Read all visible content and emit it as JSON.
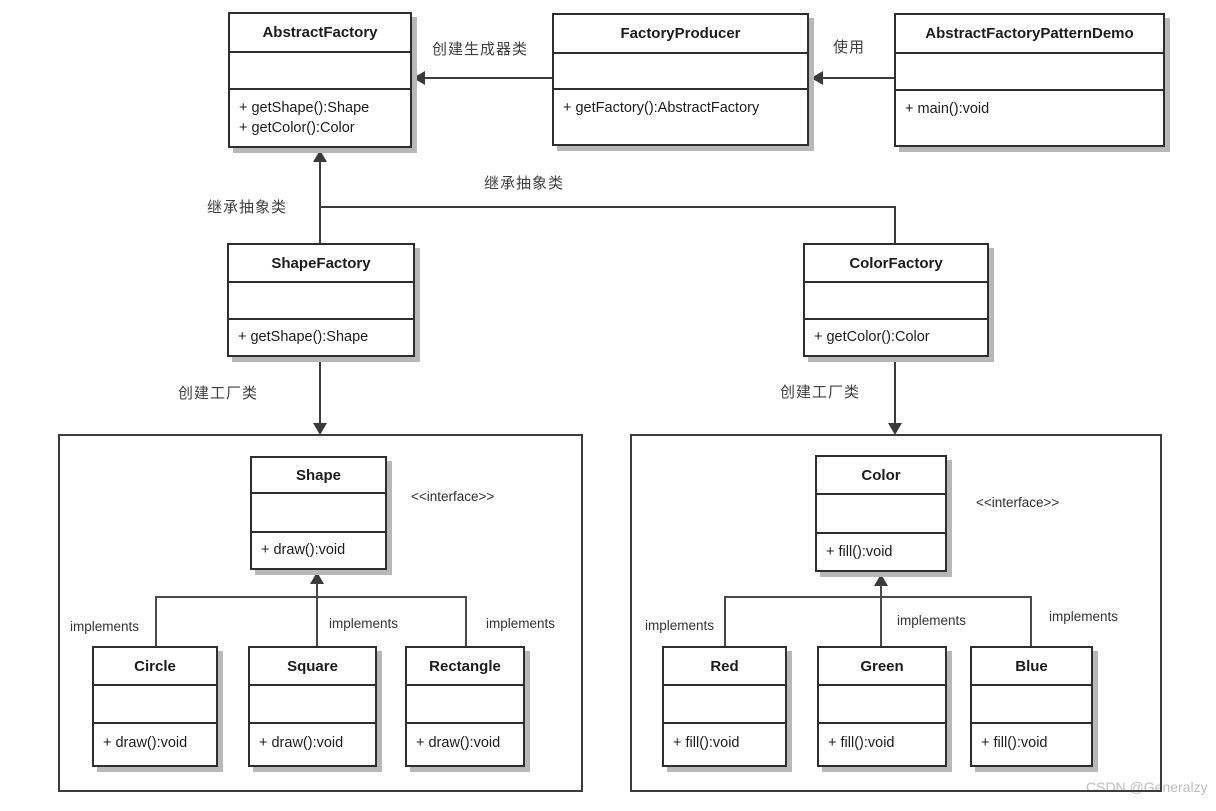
{
  "classes": {
    "abstract_factory": {
      "name": "AbstractFactory",
      "methods": [
        "+ getShape():Shape",
        "+ getColor():Color"
      ]
    },
    "factory_producer": {
      "name": "FactoryProducer",
      "methods": [
        "+ getFactory():AbstractFactory"
      ]
    },
    "pattern_demo": {
      "name": "AbstractFactoryPatternDemo",
      "methods": [
        "+ main():void"
      ]
    },
    "shape_factory": {
      "name": "ShapeFactory",
      "methods": [
        "+ getShape():Shape"
      ]
    },
    "color_factory": {
      "name": "ColorFactory",
      "methods": [
        "+ getColor():Color"
      ]
    },
    "shape": {
      "name": "Shape",
      "methods": [
        "+ draw():void"
      ]
    },
    "color": {
      "name": "Color",
      "methods": [
        "+ fill():void"
      ]
    },
    "circle": {
      "name": "Circle",
      "methods": [
        "+ draw():void"
      ]
    },
    "square": {
      "name": "Square",
      "methods": [
        "+ draw():void"
      ]
    },
    "rectangle": {
      "name": "Rectangle",
      "methods": [
        "+ draw():void"
      ]
    },
    "red": {
      "name": "Red",
      "methods": [
        "+ fill():void"
      ]
    },
    "green": {
      "name": "Green",
      "methods": [
        "+ fill():void"
      ]
    },
    "blue": {
      "name": "Blue",
      "methods": [
        "+ fill():void"
      ]
    }
  },
  "labels": {
    "create_producer": "创建生成器类",
    "use": "使用",
    "inherit_abstract": "继承抽象类",
    "create_factory": "创建工厂类",
    "interface_stereotype": "<<interface>>",
    "implements": "implements"
  },
  "watermark": "CSDN @Generalzy",
  "colors": {
    "line": "#3a3a3a",
    "box_border": "#2e2e2e",
    "box_shadow": "#b8b8b8",
    "watermark": "#bcbcbc"
  }
}
